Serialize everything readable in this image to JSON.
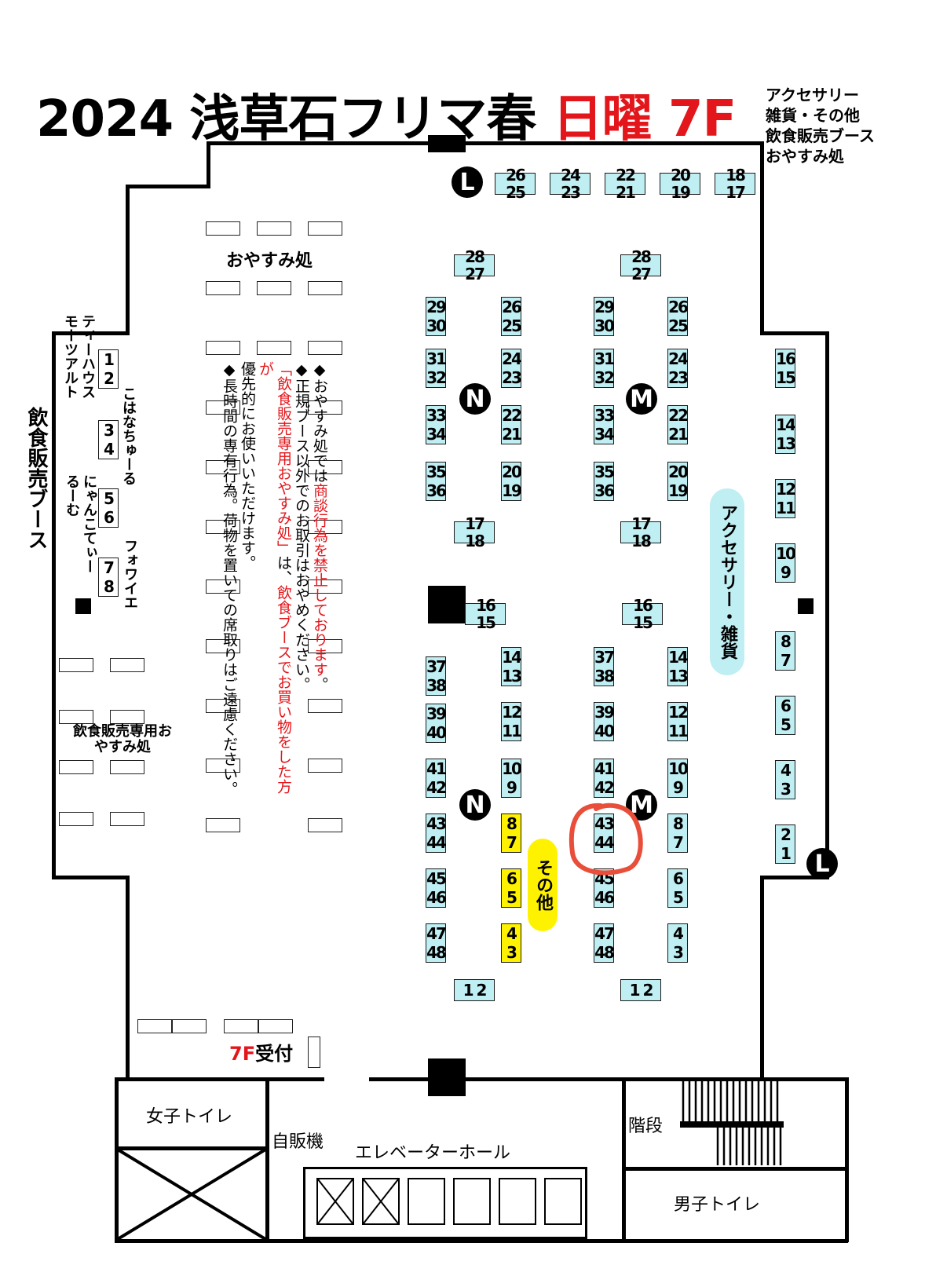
{
  "title": {
    "main": "2024 浅草石フリマ春",
    "day": "日曜",
    "floor": "7F",
    "categories": [
      "アクセサリー",
      "雑貨・その他",
      "飲食販売ブース",
      "おやすみ処"
    ]
  },
  "colors": {
    "booth_cyan": "#bfeef3",
    "booth_yellow": "#fff200",
    "title_red": "#e3161b",
    "circle_mark": "#e84e3a"
  },
  "areas": {
    "rest_area": "おやすみ処",
    "food_rest_area": "飲食販売専用おやすみ処",
    "food_booths": "飲食販売ブース",
    "accessory_zone": "アクセサリー・雑貨",
    "other_zone": "その他",
    "reception": "7F受付",
    "reception_prefix": "7F",
    "reception_suffix": "受付"
  },
  "food_vendors": [
    "ティーハウスモーツアルト",
    "こはなちゅーる",
    "にゃんこてぃーるーむ",
    "フォワイエ"
  ],
  "food_booths": [
    "1",
    "2",
    "3",
    "4",
    "5",
    "6",
    "7",
    "8"
  ],
  "notice": {
    "line1_a": "◆おやすみ処では",
    "line1_red": "商談行為を禁止しております",
    "line1_b": "。",
    "line2": "◆正規ブース以外でのお取引はおやめください。",
    "line3_red1": "「飲食販売専用おやすみ処」",
    "line3_a": "は、",
    "line3_red2": "飲食ブースでお買い物をした方が",
    "line3_b": "優先的にお使いいただけます。",
    "line4": "◆長時間の専有行為。荷物を置いての席取りはご遠慮ください。"
  },
  "island_markers": {
    "n": "N",
    "m": "M",
    "l": "L"
  },
  "facilities": {
    "womens_toilet": "女子トイレ",
    "vending": "自販機",
    "elevator_hall": "エレベーターホール",
    "stairs": "階段",
    "mens_toilet": "男子トイレ"
  },
  "l_top_row": [
    "26 25",
    "24 23",
    "22 21",
    "20 19",
    "18 17"
  ],
  "l_right_col": [
    [
      "16",
      "15"
    ],
    [
      "14",
      "13"
    ],
    [
      "12",
      "11"
    ],
    [
      "10",
      "9"
    ],
    [
      "8",
      "7"
    ],
    [
      "6",
      "5"
    ],
    [
      "4",
      "3"
    ],
    [
      "2",
      "1"
    ]
  ],
  "island_n_upper": {
    "top": "28 27",
    "left": [
      [
        "29",
        "30"
      ],
      [
        "31",
        "32"
      ],
      [
        "33",
        "34"
      ],
      [
        "35",
        "36"
      ]
    ],
    "right": [
      [
        "26",
        "25"
      ],
      [
        "24",
        "23"
      ],
      [
        "22",
        "21"
      ],
      [
        "20",
        "19"
      ]
    ],
    "bottom": "17 18"
  },
  "island_n_lower": {
    "top": "16 15",
    "left": [
      [
        "37",
        "38"
      ],
      [
        "39",
        "40"
      ],
      [
        "41",
        "42"
      ],
      [
        "43",
        "44"
      ],
      [
        "45",
        "46"
      ],
      [
        "47",
        "48"
      ]
    ],
    "right": [
      [
        "14",
        "13"
      ],
      [
        "12",
        "11"
      ],
      [
        "10",
        "9"
      ],
      [
        "8",
        "7"
      ],
      [
        "6",
        "5"
      ],
      [
        "4",
        "3"
      ]
    ],
    "bottom": "1  2"
  },
  "island_m_upper": {
    "top": "28 27",
    "left": [
      [
        "29",
        "30"
      ],
      [
        "31",
        "32"
      ],
      [
        "33",
        "34"
      ],
      [
        "35",
        "36"
      ]
    ],
    "right": [
      [
        "26",
        "25"
      ],
      [
        "24",
        "23"
      ],
      [
        "22",
        "21"
      ],
      [
        "20",
        "19"
      ]
    ],
    "bottom": "17 18"
  },
  "island_m_lower": {
    "top": "16 15",
    "left": [
      [
        "37",
        "38"
      ],
      [
        "39",
        "40"
      ],
      [
        "41",
        "42"
      ],
      [
        "43",
        "44"
      ],
      [
        "45",
        "46"
      ],
      [
        "47",
        "48"
      ]
    ],
    "right": [
      [
        "14",
        "13"
      ],
      [
        "12",
        "11"
      ],
      [
        "10",
        "9"
      ],
      [
        "8",
        "7"
      ],
      [
        "6",
        "5"
      ],
      [
        "4",
        "3"
      ]
    ],
    "bottom": "1  2"
  }
}
